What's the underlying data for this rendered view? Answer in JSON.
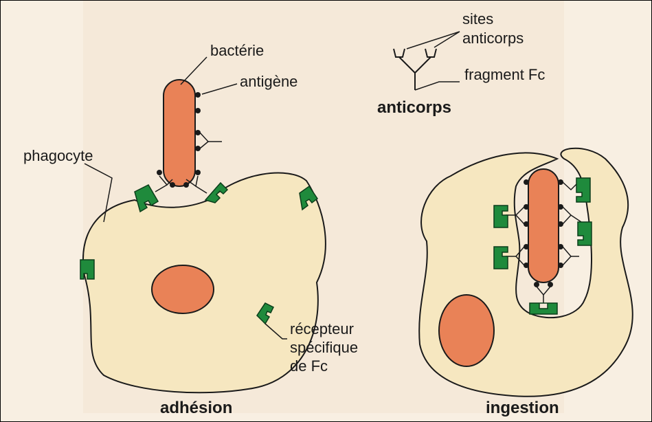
{
  "labels": {
    "bacterie": "bactérie",
    "antigene": "antigène",
    "phagocyte": "phagocyte",
    "sites_line1": "sites",
    "sites_line2": "anticorps",
    "fragment": "fragment Fc",
    "anticorps": "anticorps",
    "recepteur_line1": "récepteur",
    "recepteur_line2": "spécifique",
    "recepteur_line3": "de Fc",
    "adhesion": "adhésion",
    "ingestion": "ingestion"
  },
  "colors": {
    "cell": "#f6e7c0",
    "nucleus": "#e98257",
    "bacteria": "#e98257",
    "receptor": "#1f8a3c",
    "background": "#f8efe2"
  }
}
